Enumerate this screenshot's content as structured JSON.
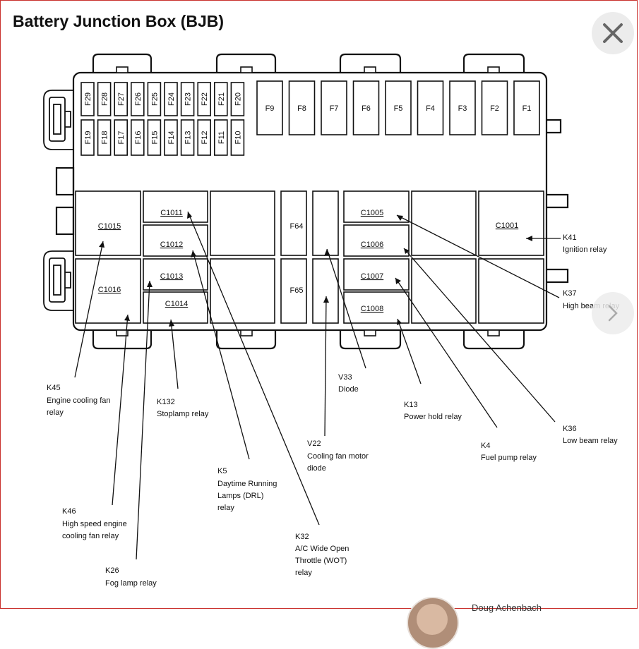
{
  "page": {
    "title": "Battery Junction Box (BJB)",
    "footer_name": "Doug Achenbach"
  },
  "icons": {
    "close": "close-icon",
    "next": "chevron-right-icon"
  },
  "fuses_top": [
    "F29",
    "F28",
    "F27",
    "F26",
    "F25",
    "F24",
    "F23",
    "F22",
    "F21",
    "F20"
  ],
  "fuses_bottom": [
    "F19",
    "F18",
    "F17",
    "F16",
    "F15",
    "F14",
    "F13",
    "F12",
    "F11",
    "F10"
  ],
  "fuses_large": [
    "F9",
    "F8",
    "F7",
    "F6",
    "F5",
    "F4",
    "F3",
    "F2",
    "F1"
  ],
  "fuses_mid": {
    "f64": "F64",
    "f65": "F65"
  },
  "connectors": {
    "c1015": "C1015",
    "c1016": "C1016",
    "c1011": "C1011",
    "c1012": "C1012",
    "c1013": "C1013",
    "c1014": "C1014",
    "c1005": "C1005",
    "c1006": "C1006",
    "c1007": "C1007",
    "c1008": "C1008",
    "c1001": "C1001"
  },
  "callouts": {
    "k41": {
      "code": "K41",
      "lines": [
        "Ignition relay"
      ]
    },
    "k37": {
      "code": "K37",
      "lines": [
        "High beam relay"
      ]
    },
    "k36": {
      "code": "K36",
      "lines": [
        "Low beam relay"
      ]
    },
    "k4": {
      "code": "K4",
      "lines": [
        "Fuel pump relay"
      ]
    },
    "k13": {
      "code": "K13",
      "lines": [
        "Power hold relay"
      ]
    },
    "v33": {
      "code": "V33",
      "lines": [
        "Diode"
      ]
    },
    "v22": {
      "code": "V22",
      "lines": [
        "Cooling fan motor",
        "diode"
      ]
    },
    "k32": {
      "code": "K32",
      "lines": [
        "A/C Wide Open",
        "Throttle (WOT)",
        "relay"
      ]
    },
    "k5": {
      "code": "K5",
      "lines": [
        "Daytime Running",
        "Lamps (DRL)",
        "relay"
      ]
    },
    "k132": {
      "code": "K132",
      "lines": [
        "Stoplamp relay"
      ]
    },
    "k45": {
      "code": "K45",
      "lines": [
        "Engine cooling fan",
        "relay"
      ]
    },
    "k46": {
      "code": "K46",
      "lines": [
        "High speed engine",
        "cooling fan relay"
      ]
    },
    "k26": {
      "code": "K26",
      "lines": [
        "Fog lamp relay"
      ]
    }
  }
}
